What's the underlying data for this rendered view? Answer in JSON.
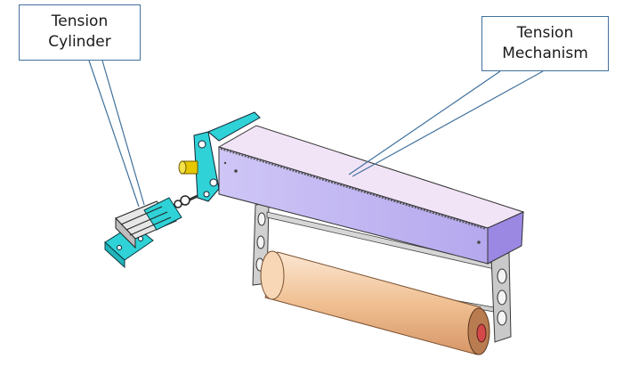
{
  "callouts": {
    "cylinder": {
      "line1": "Tension",
      "line2": "Cylinder"
    },
    "mechanism": {
      "line1": "Tension",
      "line2": "Mechanism"
    }
  },
  "colors": {
    "callout_border": "#41719c",
    "cylinder_body": "#2fd2d6",
    "housing_top": "#f1e2f6",
    "housing_front": "#c5b9f4",
    "housing_side": "#9a88e2",
    "roller": "#f2c79c",
    "bracket": "#c8c8c8",
    "bushing": "#e6c700"
  }
}
